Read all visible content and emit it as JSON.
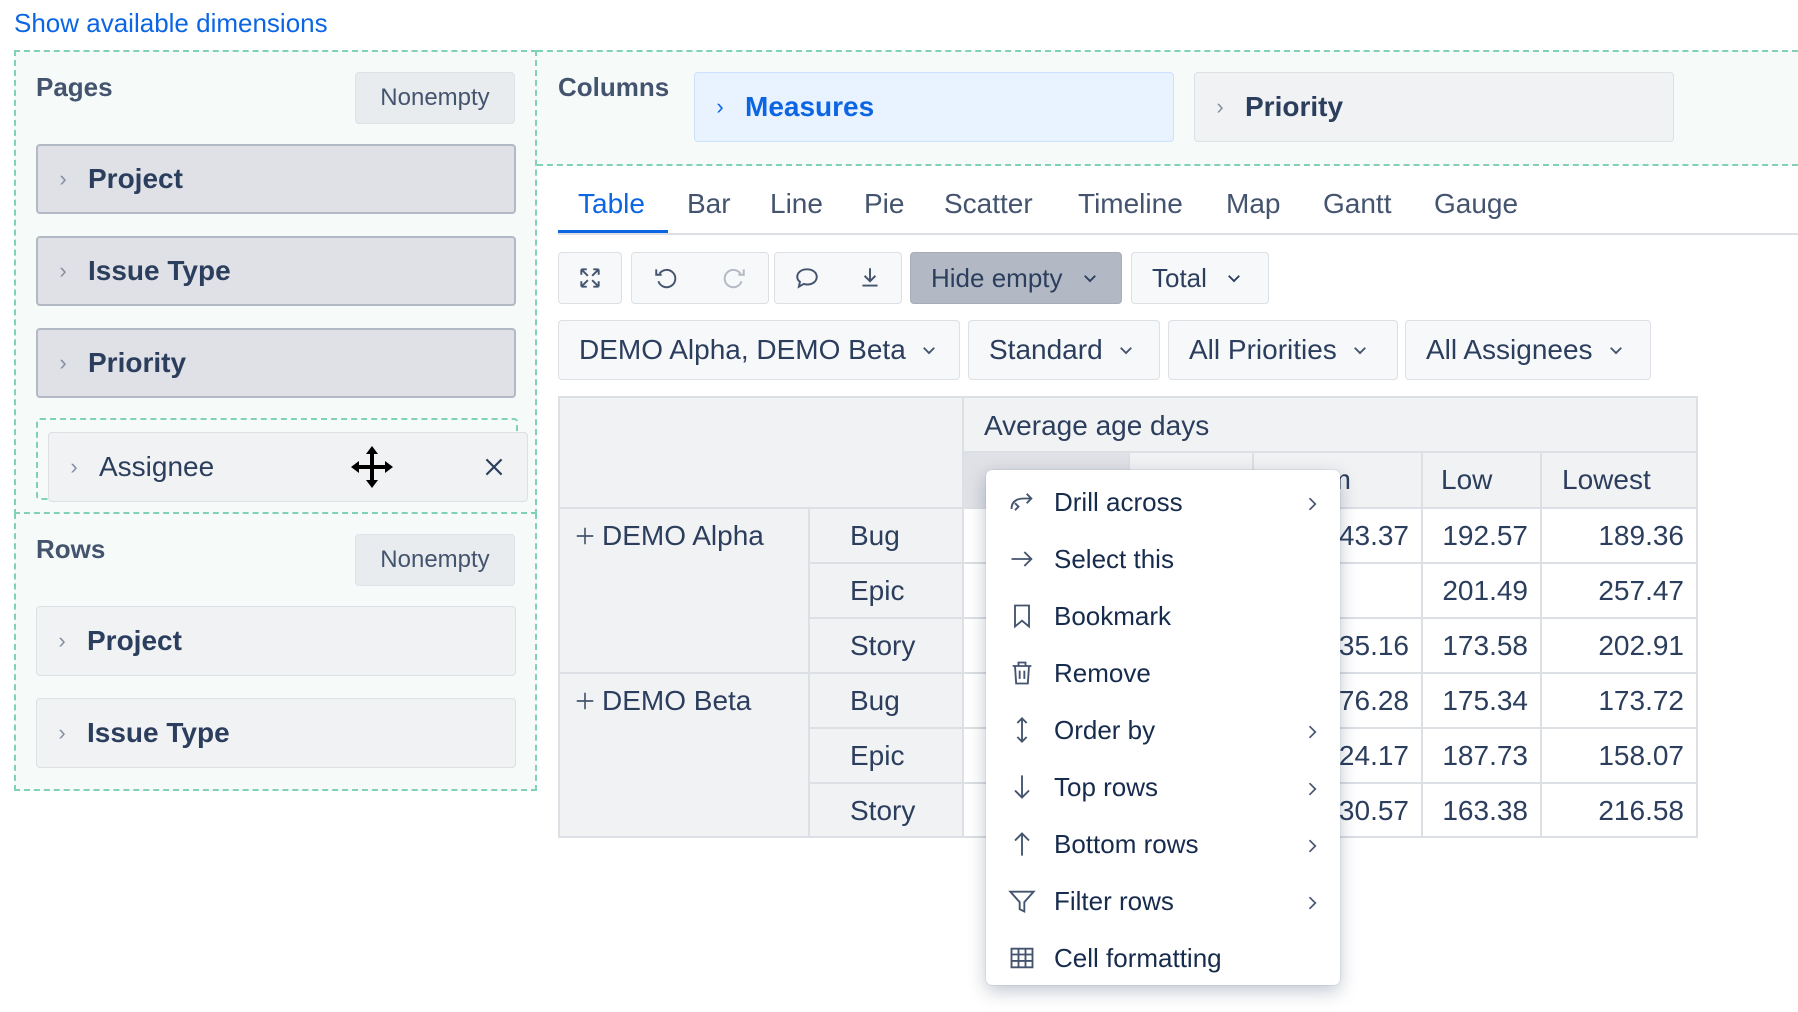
{
  "show_dimensions_link": "Show available dimensions",
  "pages": {
    "title": "Pages",
    "nonempty_label": "Nonempty",
    "items": [
      {
        "label": "Project"
      },
      {
        "label": "Issue Type"
      },
      {
        "label": "Priority"
      },
      {
        "label": "Assignee"
      }
    ]
  },
  "rows": {
    "title": "Rows",
    "nonempty_label": "Nonempty",
    "items": [
      {
        "label": "Project"
      },
      {
        "label": "Issue Type"
      }
    ]
  },
  "columns": {
    "title": "Columns",
    "items": [
      {
        "label": "Measures"
      },
      {
        "label": "Priority"
      }
    ]
  },
  "tabs": [
    "Table",
    "Bar",
    "Line",
    "Pie",
    "Scatter",
    "Timeline",
    "Map",
    "Gantt",
    "Gauge"
  ],
  "active_tab": "Table",
  "toolbar": {
    "hide_empty_label": "Hide empty",
    "total_label": "Total",
    "icons": [
      "fullscreen-icon",
      "undo-icon",
      "redo-icon",
      "comment-icon",
      "download-icon"
    ]
  },
  "filters": {
    "project": "DEMO Alpha, DEMO Beta",
    "standard": "Standard",
    "priorities": "All Priorities",
    "assignees": "All Assignees"
  },
  "table": {
    "measure_header": "Average age days",
    "priority_headers": {
      "low": "Low",
      "lowest": "Lowest",
      "medium_partial": "um"
    },
    "groups": [
      {
        "project": "DEMO Alpha",
        "rows": [
          {
            "type": "Bug",
            "medium_partial": "43.37",
            "low": "192.57",
            "lowest": "189.36"
          },
          {
            "type": "Epic",
            "medium_partial": "",
            "low": "201.49",
            "lowest": "257.47"
          },
          {
            "type": "Story",
            "medium_partial": "35.16",
            "low": "173.58",
            "lowest": "202.91"
          }
        ]
      },
      {
        "project": "DEMO Beta",
        "rows": [
          {
            "type": "Bug",
            "medium_partial": "76.28",
            "low": "175.34",
            "lowest": "173.72"
          },
          {
            "type": "Epic",
            "medium_partial": "24.17",
            "low": "187.73",
            "lowest": "158.07"
          },
          {
            "type": "Story",
            "medium_partial": "30.57",
            "low": "163.38",
            "lowest": "216.58"
          }
        ]
      }
    ]
  },
  "context_menu": {
    "items": [
      {
        "label": "Drill across",
        "icon": "drill-across-icon",
        "submenu": true
      },
      {
        "label": "Select this",
        "icon": "arrow-right-icon",
        "submenu": false
      },
      {
        "label": "Bookmark",
        "icon": "bookmark-icon",
        "submenu": false
      },
      {
        "label": "Remove",
        "icon": "trash-icon",
        "submenu": false
      },
      {
        "label": "Order by",
        "icon": "sort-icon",
        "submenu": true
      },
      {
        "label": "Top rows",
        "icon": "arrow-down-icon",
        "submenu": true
      },
      {
        "label": "Bottom rows",
        "icon": "arrow-up-icon",
        "submenu": true
      },
      {
        "label": "Filter rows",
        "icon": "filter-icon",
        "submenu": true
      },
      {
        "label": "Cell formatting",
        "icon": "table-grid-icon",
        "submenu": false
      }
    ]
  },
  "colors": {
    "link_blue": "#0c66e4",
    "drop_zone_border": "#7fd3b4",
    "measures_bg": "#e9f2ff",
    "hide_empty_bg": "#b3b9c4"
  }
}
